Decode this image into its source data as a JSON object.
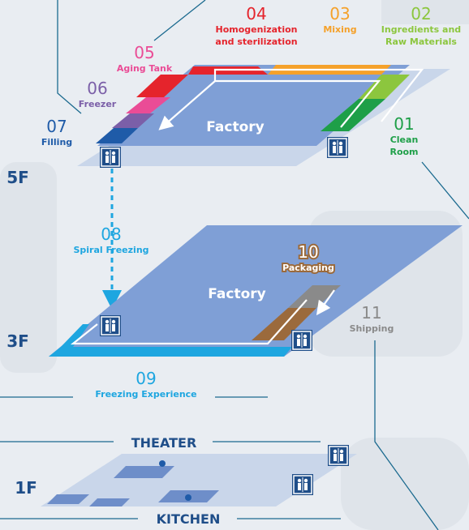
{
  "floors": {
    "f5": "5F",
    "f3": "3F",
    "f1": "1F"
  },
  "areas": {
    "factory_5f": "Factory",
    "factory_3f": "Factory",
    "theater": "THEATER",
    "kitchen": "KITCHEN"
  },
  "steps": [
    {
      "num": "01",
      "label": [
        "Clean",
        "Room"
      ],
      "color": "#1e9f48"
    },
    {
      "num": "02",
      "label": [
        "Ingredients and",
        "Raw Materials"
      ],
      "color": "#8cc63e"
    },
    {
      "num": "03",
      "label": [
        "Mixing"
      ],
      "color": "#f5a12a"
    },
    {
      "num": "04",
      "label": [
        "Homogenization",
        "and sterilization"
      ],
      "color": "#e5242c"
    },
    {
      "num": "05",
      "label": [
        "Aging Tank"
      ],
      "color": "#ea4c96"
    },
    {
      "num": "06",
      "label": [
        "Freezer"
      ],
      "color": "#7b5fa8"
    },
    {
      "num": "07",
      "label": [
        "Filling"
      ],
      "color": "#1f5ba8"
    },
    {
      "num": "08",
      "label": [
        "Spiral Freezing"
      ],
      "color": "#1ea6e0"
    },
    {
      "num": "09",
      "label": [
        "Freezing Experience"
      ],
      "color": "#1ea6e0"
    },
    {
      "num": "10",
      "label": [
        "Packaging"
      ],
      "color": "#9b6a3c"
    },
    {
      "num": "11",
      "label": [
        "Shipping"
      ],
      "color": "#8a8a8a"
    }
  ],
  "icons": [
    "elevator-icon"
  ]
}
